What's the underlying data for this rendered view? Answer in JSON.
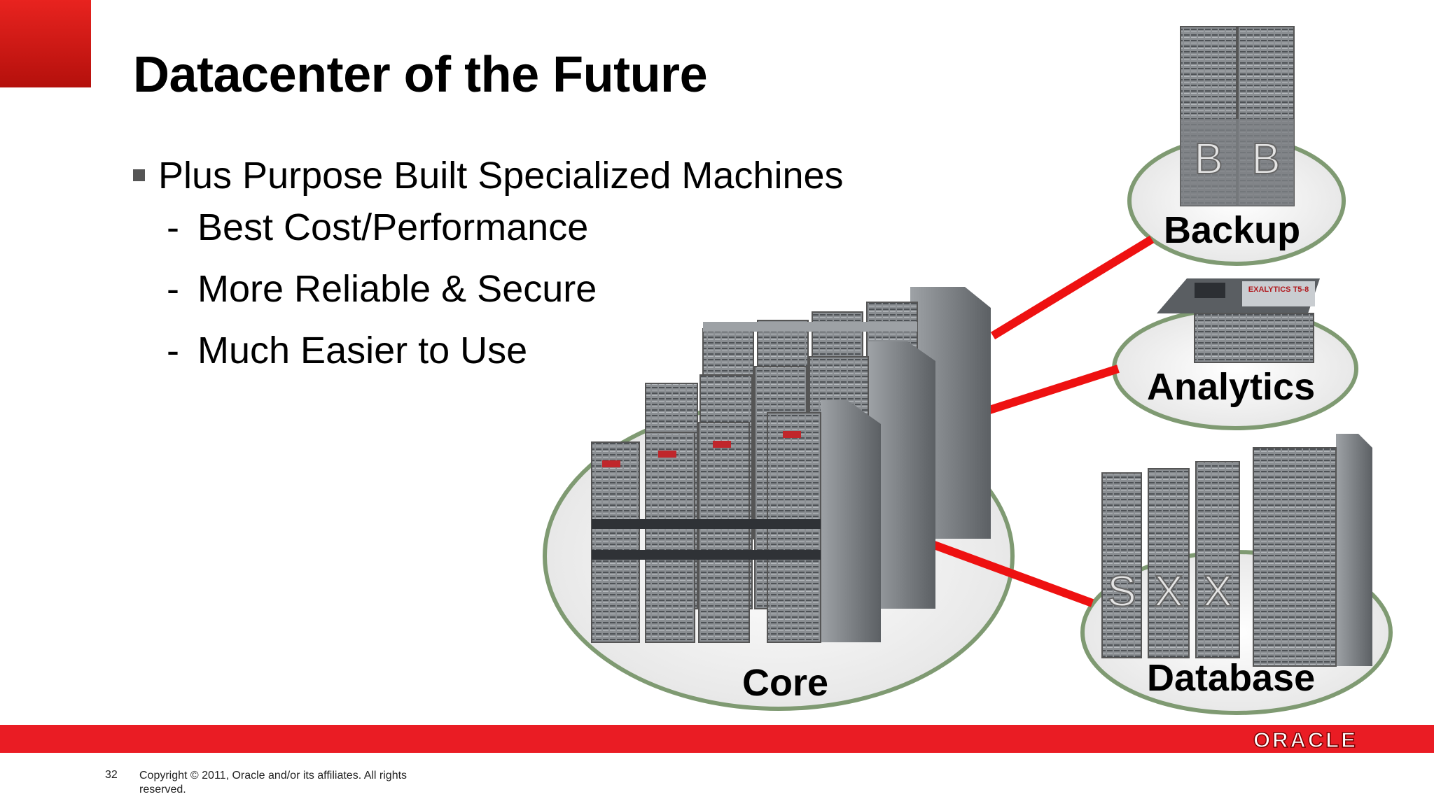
{
  "slide": {
    "title": "Datacenter of the Future",
    "bullet": "Plus Purpose Built Specialized Machines",
    "subbullets": [
      "Best Cost/Performance",
      "More Reliable & Secure",
      "Much Easier to Use"
    ],
    "dash": "-"
  },
  "diagram": {
    "core_label": "Core",
    "backup_label": "Backup",
    "analytics_label": "Analytics",
    "database_label": "Database",
    "backup_rack_letters": [
      "B",
      "B"
    ],
    "database_rack_letters": [
      "S",
      "X",
      "X"
    ],
    "analytics_badge": "EXALYTICS T5-8",
    "connector_color": "#ee1111",
    "platform_border_color": "#7f9a72"
  },
  "footer": {
    "page_number": "32",
    "copyright": "Copyright © 2011, Oracle and/or its affiliates. All rights reserved.",
    "logo": "ORACLE"
  },
  "colors": {
    "brand_red": "#ea1c24",
    "corner_red": "#c8151a"
  }
}
